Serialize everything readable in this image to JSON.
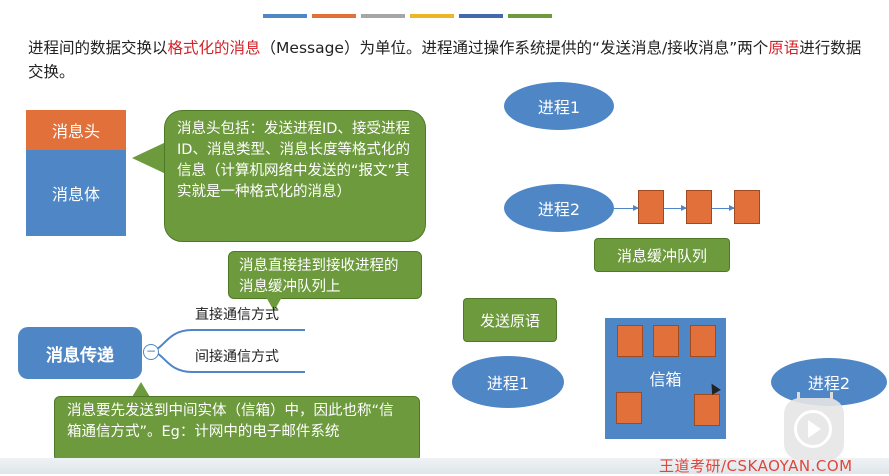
{
  "color_bars": [
    "#4f86c6",
    "#e2703a",
    "#a6a6a6",
    "#f0b429",
    "#3f6aae",
    "#6c9a3c"
  ],
  "intro": {
    "part1": "进程间的数据交换以",
    "highlight1": "格式化的消息",
    "part2": "（Message）为单位。进程通过操作系统提供的“发送消息/接收消息”两个",
    "highlight2": "原语",
    "part3": "进行数据交换。"
  },
  "message": {
    "head": "消息头",
    "body": "消息体",
    "head_desc": "消息头包括：发送进程ID、接受进程ID、消息类型、消息长度等格式化的信息（计算机网络中发送的“报文”其实就是一种格式化的消息）"
  },
  "mindmap": {
    "central": "消息传递",
    "collapse": "−",
    "branch_direct": "直接通信方式",
    "branch_indirect": "间接通信方式",
    "direct_desc": "消息直接挂到接收进程的消息缓冲队列上",
    "indirect_desc": "消息要先发送到中间实体（信箱）中，因此也称“信箱通信方式”。Eg：计网中的电子邮件系统"
  },
  "diagram": {
    "process1": "进程1",
    "process2": "进程2",
    "queue_label": "消息缓冲队列",
    "send_primitive": "发送原语",
    "mailbox_process1": "进程1",
    "mailbox": "信箱",
    "mailbox_process2": "进程2"
  },
  "watermark": "王道考研/CSKAOYAN.COM",
  "colors": {
    "accent_blue": "#4f86c6",
    "accent_orange": "#e2703a",
    "accent_green": "#6c9a3c",
    "highlight_red": "#d2232a"
  }
}
